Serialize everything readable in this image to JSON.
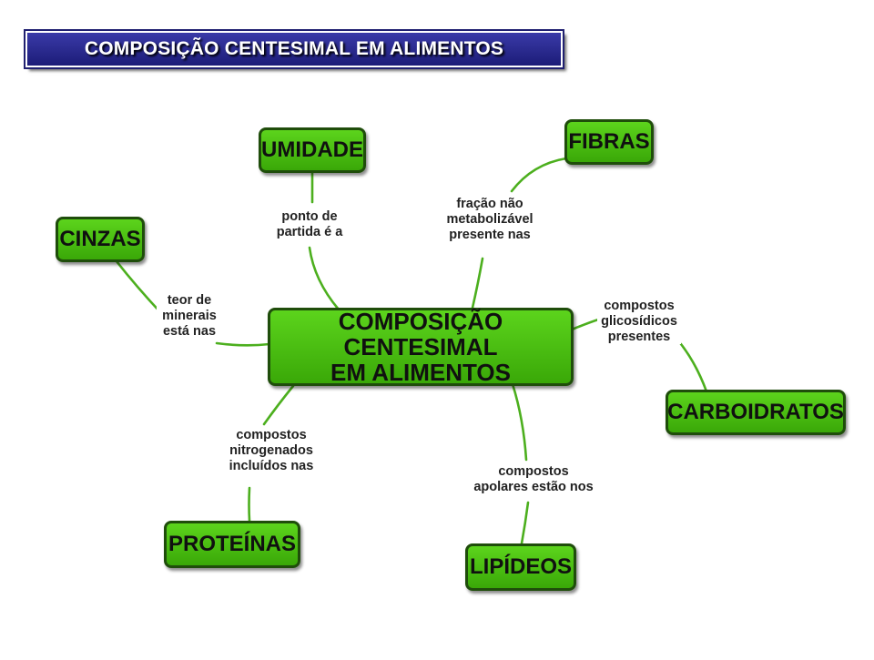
{
  "slide": {
    "title": "COMPOSIÇÃO CENTESIMAL EM ALIMENTOS"
  },
  "concept_map": {
    "center": {
      "lines": [
        "COMPOSIÇÃO CENTESIMAL",
        "EM ALIMENTOS"
      ]
    },
    "nodes": {
      "umidade": "UMIDADE",
      "fibras": "FIBRAS",
      "cinzas": "CINZAS",
      "carboidratos": "CARBOIDRATOS",
      "proteinas": "PROTEÍNAS",
      "lipideos": "LIPÍDEOS"
    },
    "links": {
      "umidade": [
        "ponto de",
        "partida é a"
      ],
      "fibras": [
        "fração não",
        "metabolizável",
        "presente nas"
      ],
      "cinzas": [
        "teor de",
        "minerais",
        "está nas"
      ],
      "carboidratos": [
        "compostos",
        "glicosídicos",
        "presentes"
      ],
      "proteinas": [
        "compostos",
        "nitrogenados",
        "incluídos nas"
      ],
      "lipideos": [
        "compostos",
        "apolares estão nos"
      ]
    },
    "colors": {
      "node_fill": "#4cc214",
      "node_border": "#1f4d0b",
      "connector": "#4caf1e",
      "title_bar": "#2a2a90"
    }
  }
}
